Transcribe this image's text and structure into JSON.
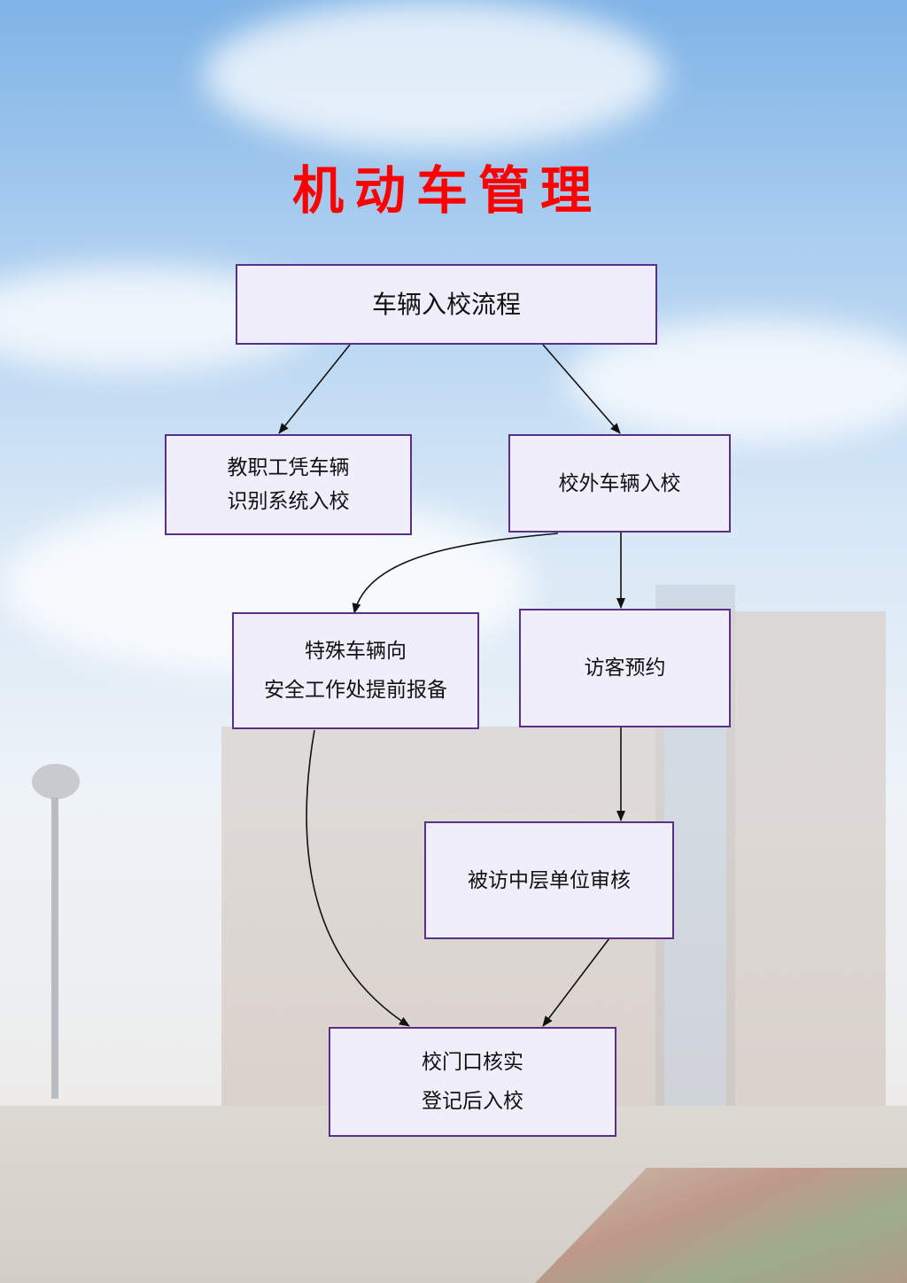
{
  "title": "机动车管理",
  "nodes": {
    "start": {
      "lines": [
        "车辆入校流程"
      ]
    },
    "staff": {
      "lines": [
        "教职工凭车辆",
        "识别系统入校"
      ]
    },
    "external": {
      "lines": [
        "校外车辆入校"
      ]
    },
    "special": {
      "lines": [
        "特殊车辆向",
        "安全工作处提前报备"
      ]
    },
    "visitor": {
      "lines": [
        "访客预约"
      ]
    },
    "review": {
      "lines": [
        "被访中层单位审核"
      ]
    },
    "gate": {
      "lines": [
        "校门口核实",
        "登记后入校"
      ]
    }
  },
  "colors": {
    "title": "#ff0000",
    "box_fill": "#f1eefc",
    "box_border": "#5a2f8a",
    "arrow": "#111111"
  }
}
